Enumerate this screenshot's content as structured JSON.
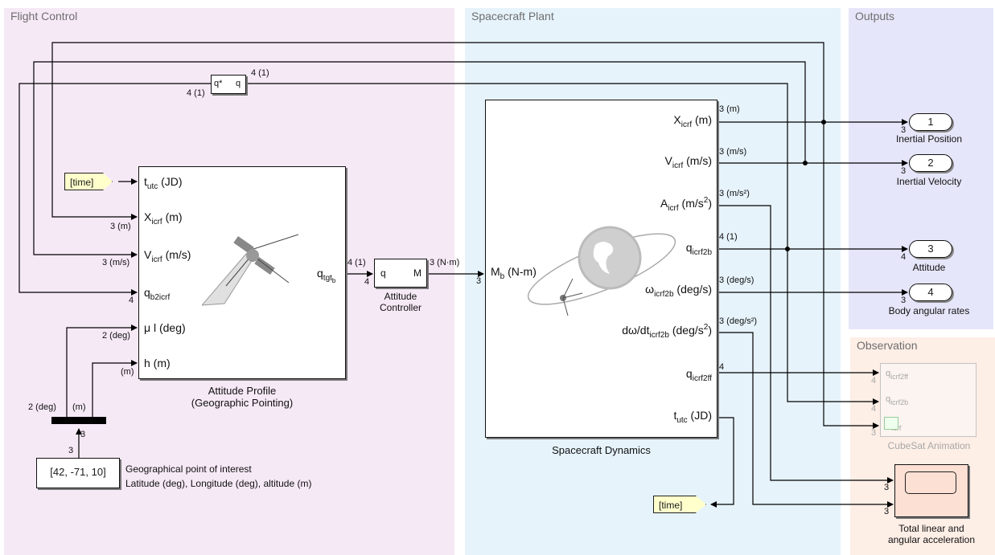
{
  "areas": {
    "flight": "Flight Control",
    "plant": "Spacecraft Plant",
    "outputs": "Outputs",
    "observation": "Observation"
  },
  "quatinv": {
    "in": "q*",
    "out": "q",
    "in_dim": "4 (1)",
    "out_dim": "4 (1)"
  },
  "from_time_1": "[time]",
  "from_time_2": "[time]",
  "attitude_profile": {
    "ports": {
      "t": "t",
      "t_sub": "utc",
      "t_rest": " (JD)",
      "x": "X",
      "x_sub": "icrf",
      "x_rest": " (m)",
      "v": "V",
      "v_sub": "icrf",
      "v_rest": " (m/s)",
      "q": "q",
      "q_sub": "b2icrf",
      "mu": "μ l (deg)",
      "h": "h (m)",
      "out": "q",
      "out_sub": "tgt",
      "out_subsub": "b"
    },
    "dims": {
      "x": "3 (m)",
      "v": "3 (m/s)",
      "q": "4",
      "mu": "2 (deg)",
      "h": "(m)"
    },
    "caption1": "Attitude Profile",
    "caption2": "(Geographic Pointing)"
  },
  "controller": {
    "in": "q",
    "out": "M",
    "in_dim": "4 (1)",
    "in_dim2": "4",
    "out_dim": "3 (N·m)",
    "caption1": "Attitude",
    "caption2": "Controller"
  },
  "demux": {
    "left": "2 (deg)",
    "right": "(m)",
    "in": "3"
  },
  "constant": {
    "value": "[42, -71, 10]",
    "note1": "Geographical point of interest",
    "note2": "Latitude (deg), Longitude (deg), altitude (m)"
  },
  "dynamics": {
    "in": "M",
    "in_sub": "b",
    "in_rest": " (N-m)",
    "in_dim": "3",
    "ports": {
      "x": "X",
      "x_sub": "icrf",
      "x_rest": " (m)",
      "v": "V",
      "v_sub": "icrf",
      "v_rest": " (m/s)",
      "a": "A",
      "a_sub": "icrf",
      "a_rest": " (m/s",
      "a_sup": "2",
      "a_end": ")",
      "q": "q",
      "q_sub": "icrf2b",
      "w": "ω",
      "w_sub": "icrf2b",
      "w_rest": " (deg/s)",
      "dw": "dω/dt",
      "dw_sub": "icrf2b",
      "dw_rest": " (deg/s",
      "dw_sup": "2",
      "dw_end": ")",
      "qff": "q",
      "qff_sub": "icrf2ff",
      "t": "t",
      "t_sub": "utc",
      "t_rest": " (JD)"
    },
    "dims": {
      "x": "3 (m)",
      "v": "3 (m/s)",
      "a": "3 (m/s²)",
      "q": "4 (1)",
      "w": "3 (deg/s)",
      "dw": "3 (deg/s²)",
      "qff": "4"
    },
    "caption": "Spacecraft Dynamics"
  },
  "outports": [
    {
      "num": "1",
      "label": "Inertial Position",
      "dim": "3"
    },
    {
      "num": "2",
      "label": "Inertial Velocity",
      "dim": "3"
    },
    {
      "num": "3",
      "label": "Attitude",
      "dim": "4"
    },
    {
      "num": "4",
      "label": "Body angular rates",
      "dim": "3"
    }
  ],
  "animation": {
    "p1": "q",
    "p1_sub": "icrf2ff",
    "p2": "q",
    "p2_sub": "icrf2b",
    "p3": "X",
    "p3_sub": "icrf",
    "dims": [
      "4",
      "4",
      "3"
    ],
    "caption": "CubeSat Animation"
  },
  "scope": {
    "dims": [
      "3",
      "3"
    ],
    "caption1": "Total linear and",
    "caption2": "angular acceleration"
  },
  "colors": {
    "flight": "#f6e9f6",
    "plant": "#e6f3fb",
    "outputs": "#e6e6fa",
    "observation": "#fdeee6",
    "from": "#ffffcc",
    "scope": "#fde0d4"
  }
}
